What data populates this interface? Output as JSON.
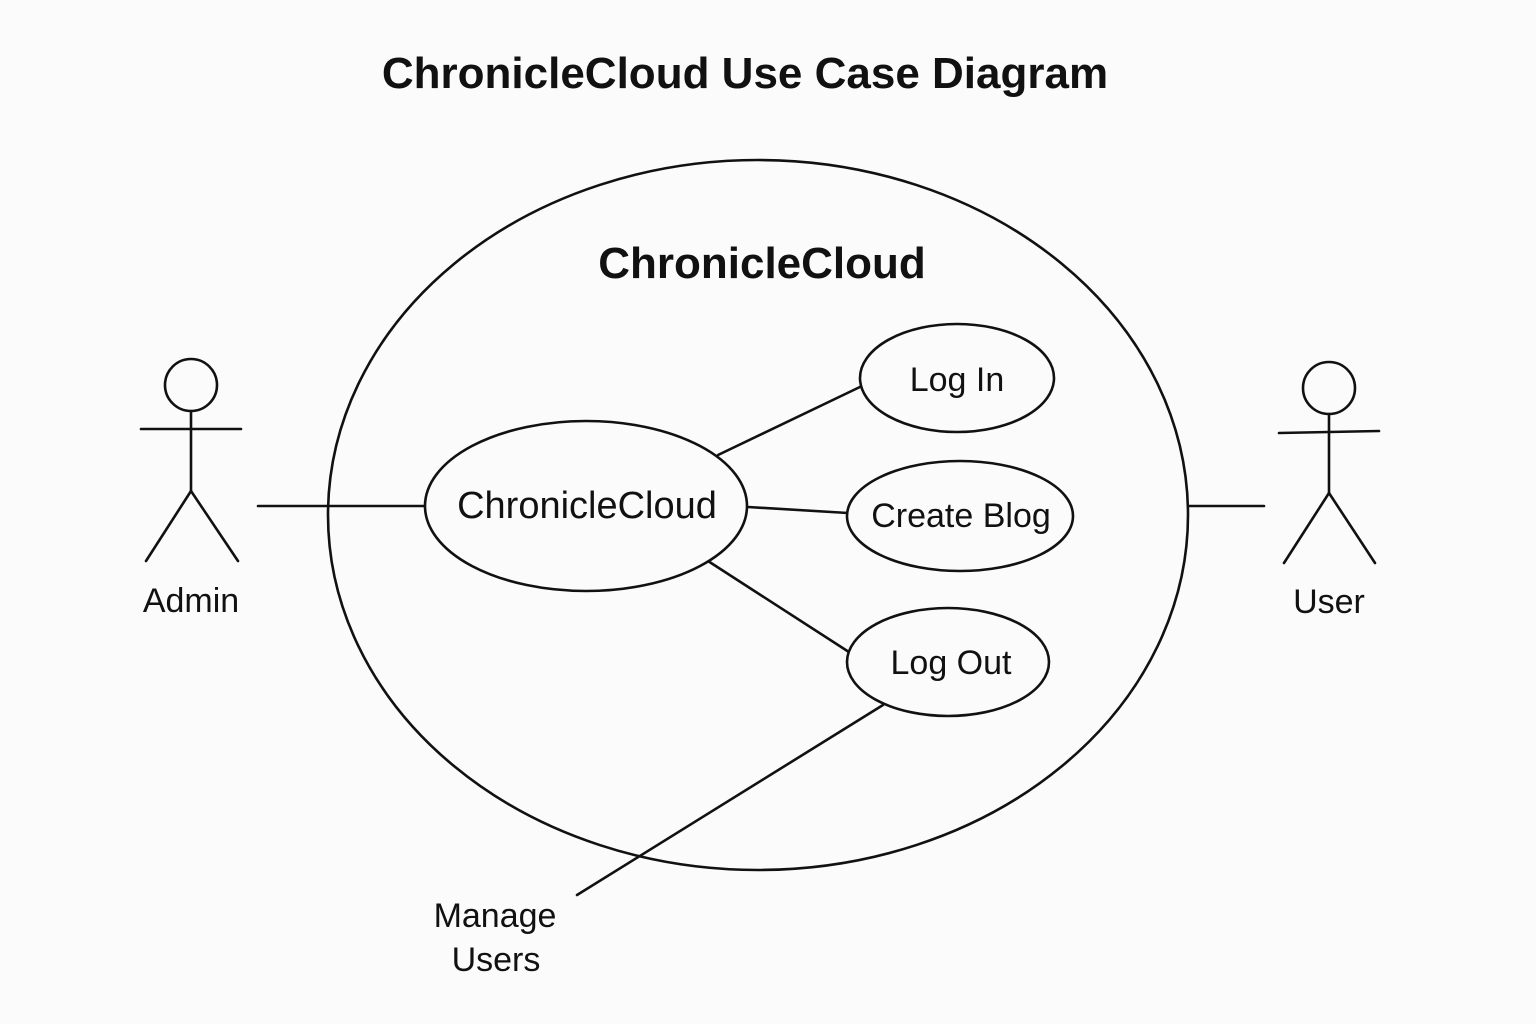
{
  "title": "ChronicleCloud Use Case Diagram",
  "system": {
    "name": "ChronicleCloud"
  },
  "actors": {
    "admin": "Admin",
    "user": "User"
  },
  "use_cases": {
    "main": "ChronicleCloud",
    "log_in": "Log In",
    "create_blog": "Create Blog",
    "log_out": "Log Out",
    "manage_users_line1": "Manage",
    "manage_users_line2": "Users"
  },
  "colors": {
    "background": "#fbfbfb",
    "stroke": "#111111"
  }
}
